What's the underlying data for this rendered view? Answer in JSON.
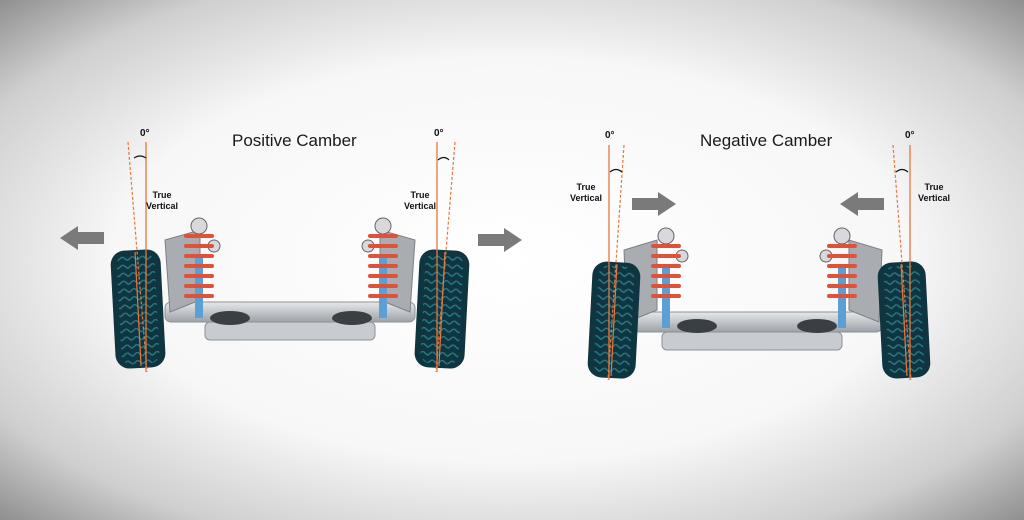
{
  "diagram": {
    "positive": {
      "title": "Positive Camber",
      "left_zero": "0°",
      "right_zero": "0°",
      "left_true": "True",
      "left_vertical": "Vertical",
      "right_true": "True",
      "right_vertical": "Vertical"
    },
    "negative": {
      "title": "Negative Camber",
      "left_zero": "0°",
      "right_zero": "0°",
      "left_true": "True",
      "left_vertical": "Vertical",
      "right_true": "True",
      "right_vertical": "Vertical"
    }
  },
  "colors": {
    "tire": "#0f3540",
    "tire_tread": "#2b7d8a",
    "spring": "#e0513a",
    "reference_line": "#e8763a",
    "arrow": "#7a7a7a",
    "frame": "#b9bdc2"
  }
}
